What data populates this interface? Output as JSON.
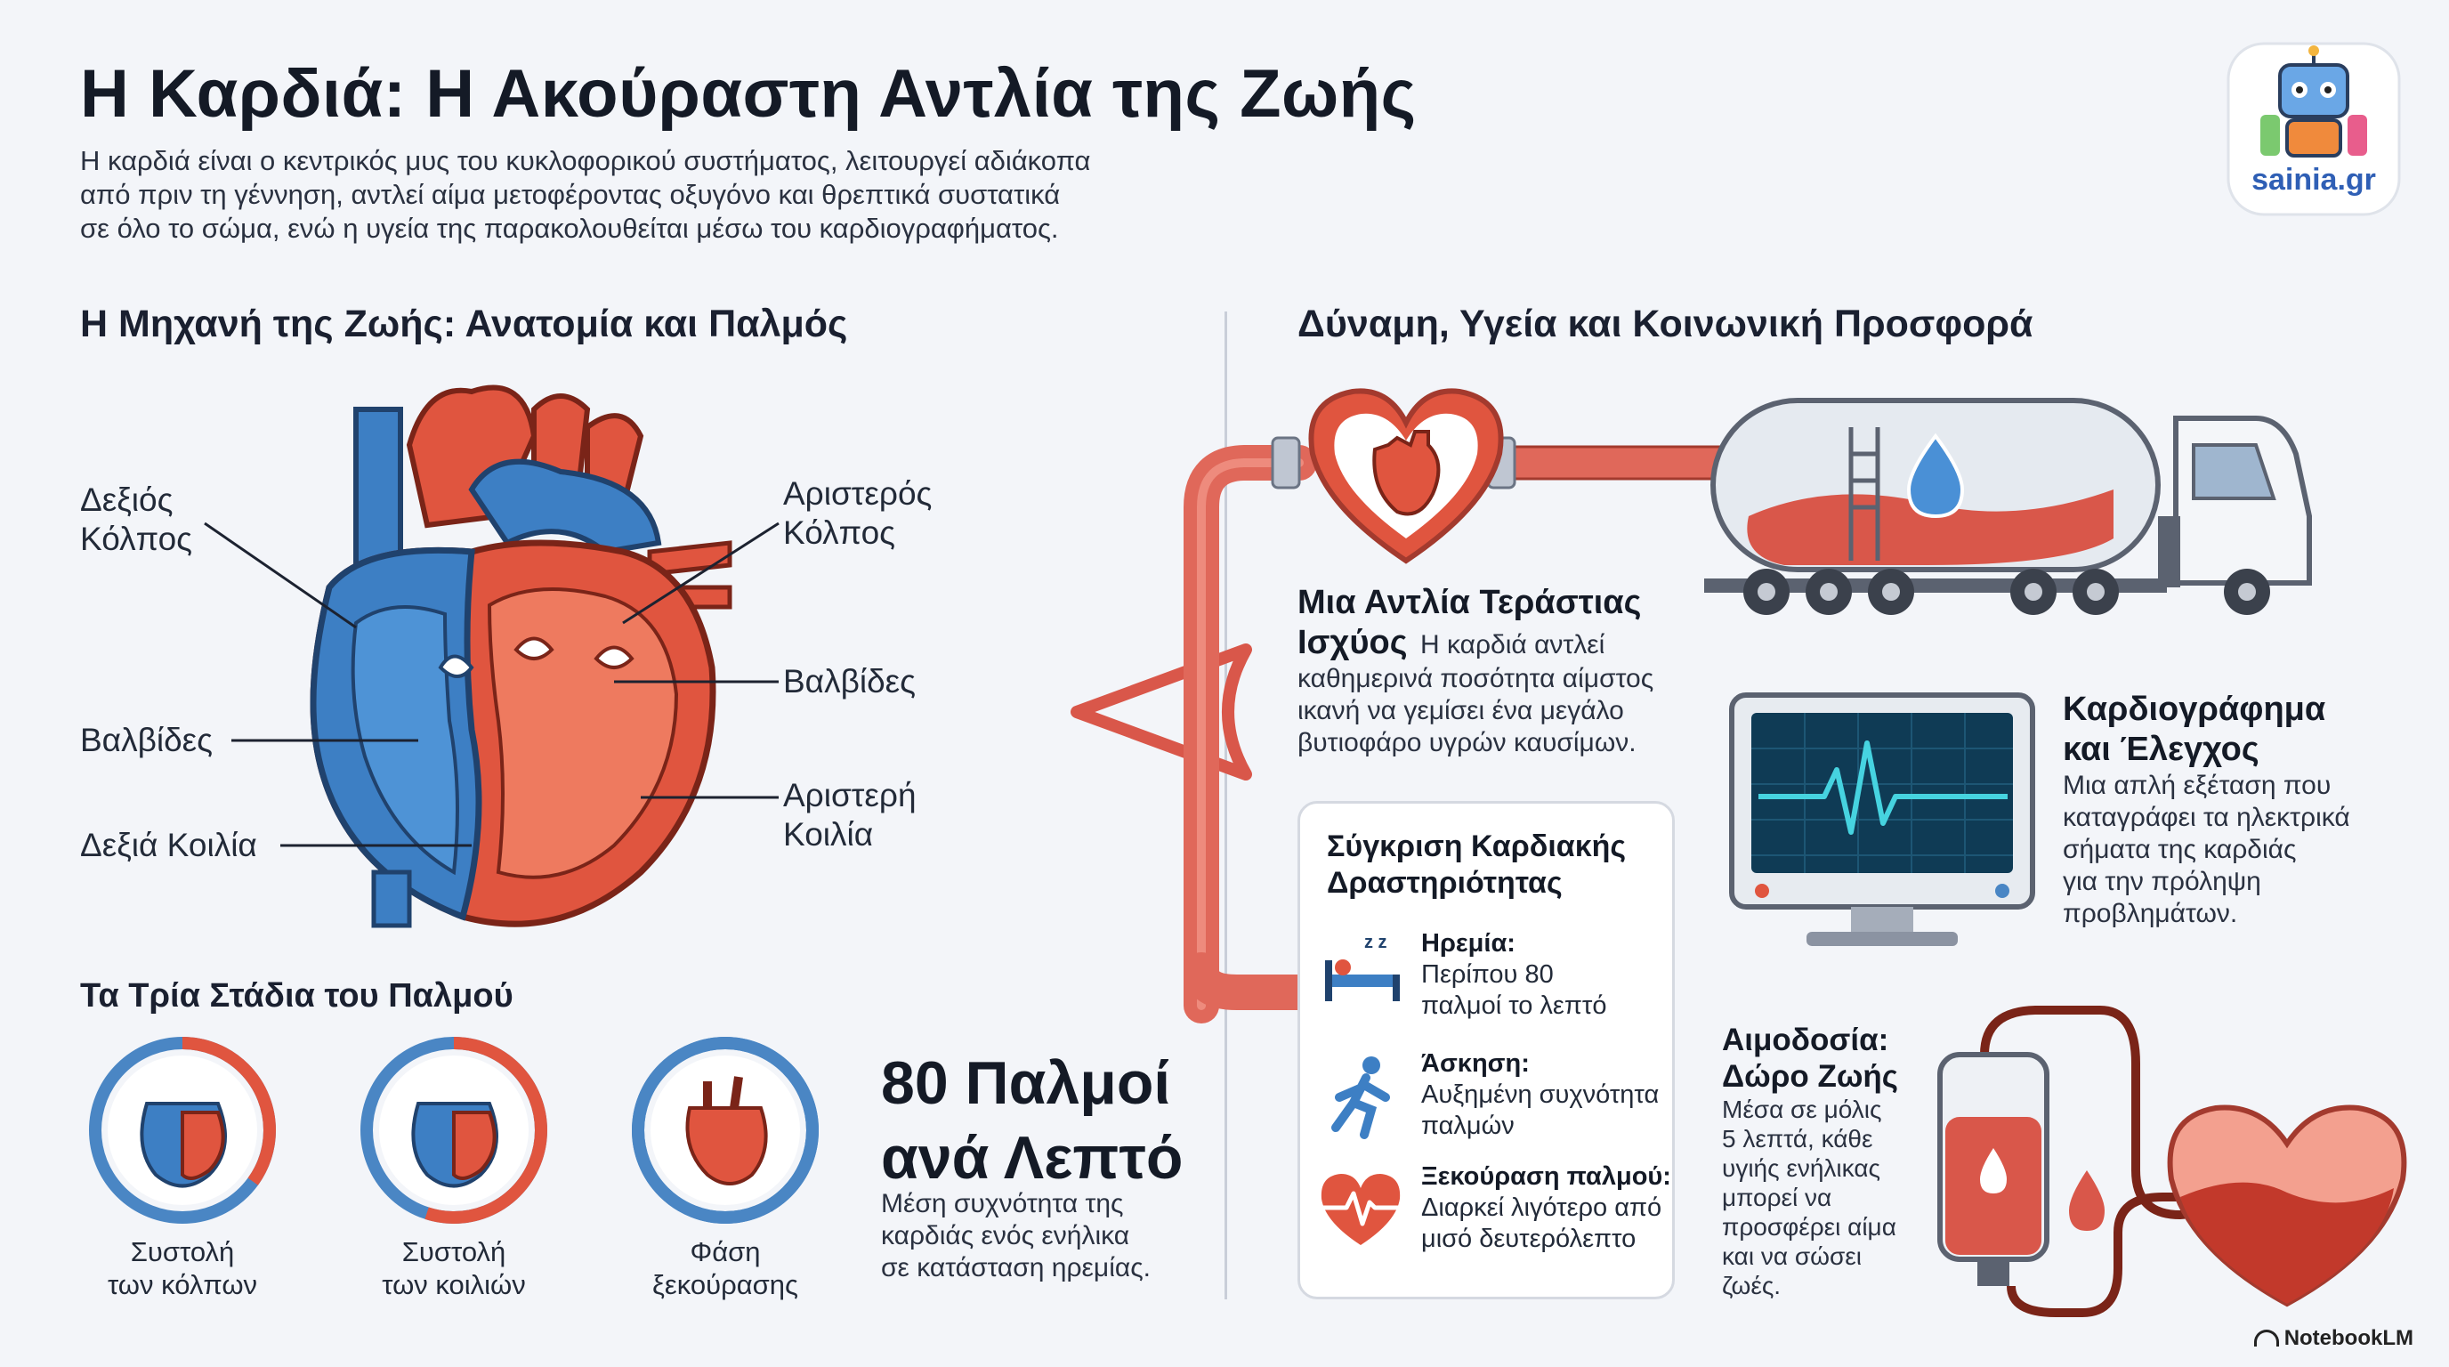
{
  "header": {
    "title": "Η Καρδιά: Η Ακούραστη Αντλία της Ζωής",
    "intro_lines": [
      "Η καρδιά είναι ο κεντρικός μυς του κυκλοφορικού συστήματος, λειτουργεί αδιάκοπα",
      "από πριν τη γέννηση, αντλεί αίμα μετοφέροντας οξυγόνο και θρεπτικά συστατικά",
      "σε όλο το σώμα, ενώ η υγεία της παρακολουθείται μέσω του καρδιογραφήματος."
    ],
    "logo_text": "sainia.gr"
  },
  "left": {
    "section_title": "Η Μηχανή της Ζωής: Ανατομία και Παλμός",
    "labels": {
      "right_atrium": [
        "Δεξιός",
        "Κόλπος"
      ],
      "left_atrium": [
        "Αριστερός",
        "Κόλπος"
      ],
      "valves_right": "Βαλβίδες",
      "valves_left": "Βαλβίδες",
      "left_ventricle": [
        "Αριστερή",
        "Κοιλία"
      ],
      "right_ventricle": "Δεξιά Κοιλία"
    },
    "stages_title": "Τα Τρία Στάδια του Παλμού",
    "stages": [
      {
        "label": [
          "Συστολή",
          "των κόλπων"
        ],
        "progress": 0.35
      },
      {
        "label": [
          "Συστολή",
          "των κοιλιών"
        ],
        "progress": 0.55
      },
      {
        "label": [
          "Φάση",
          "ξεκούρασης"
        ],
        "progress": 1.0
      }
    ],
    "rate": {
      "big": [
        "80 Παλμοί",
        "ανά Λεπτό"
      ],
      "desc": [
        "Μέση συχνότητα της",
        "καρδιάς ενός ενήλικα",
        "σε κατάσταση ηρεμίας."
      ]
    }
  },
  "right": {
    "section_title": "Δύναμη, Υγεία και Κοινωνική Προσφορά",
    "pump": {
      "title_1": "Μια Αντλία Τεράστιας",
      "title_2": "Ισχύος",
      "inline": "Η καρδιά αντλεί",
      "lines": [
        "καθημερινά ποσότητα αίμστος",
        "ικανή να γεμίσει ένα μεγάλο",
        "βυτιοφάρο υγρών καυσίμων."
      ]
    },
    "comparison": {
      "title": [
        "Σύγκριση Καρδιακής",
        "Δραστηριότητας"
      ],
      "items": [
        {
          "icon": "sleeping-person-icon",
          "title": "Ηρεμία:",
          "lines": [
            "Περίπου 80",
            "παλμοί το λεπτό"
          ]
        },
        {
          "icon": "running-person-icon",
          "title": "Άσκηση:",
          "lines": [
            "Αυξημένη συχνότητα",
            "παλμών"
          ]
        },
        {
          "icon": "heart-pulse-icon",
          "title": "Ξεκούραση παλμού:",
          "lines": [
            "Διαρκεί λιγότερο από",
            "μισό δευτερόλεπτο"
          ]
        }
      ]
    },
    "ecg": {
      "title": [
        "Καρδιογράφημα",
        "και Έλεγχος"
      ],
      "lines": [
        "Μια απλή εξέταση που",
        "καταγράφει τα ηλεκτρικά",
        "σήματα της καρδιάς",
        "για την πρόληψη",
        "προβλημάτων."
      ]
    },
    "donation": {
      "title": [
        "Αιμοδοσία:",
        "Δώρο Ζωής"
      ],
      "lines": [
        "Μέσα σε μόλις",
        "5 λεπτά, κάθε",
        "υγιής ενήλικας",
        "μπορεί να",
        "προσφέρει αίμα",
        "και να σώσει",
        "ζωές."
      ]
    }
  },
  "footer": {
    "brand": "NotebookLM"
  },
  "colors": {
    "blue": "#3d7fc4",
    "blue_dark": "#20426d",
    "red": "#e0553f",
    "red_dark": "#7a2418",
    "pipe": "#d9574a",
    "ring_blue": "#4a86c4",
    "ring_red": "#e0553f"
  }
}
